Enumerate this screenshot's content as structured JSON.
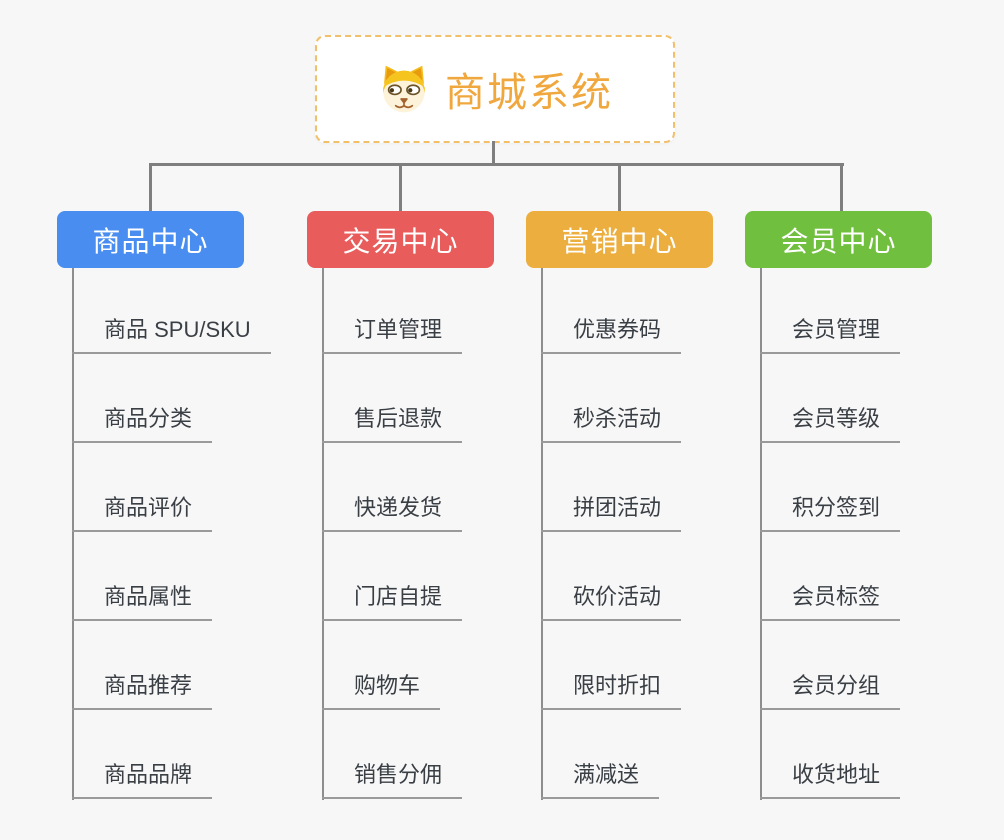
{
  "page": {
    "background_color": "#f7f7f7",
    "connector_color": "#7f7f7f",
    "underline_color": "#9a9a9a"
  },
  "root": {
    "title": "商城系统",
    "icon": "dog-face-icon",
    "text_color": "#f0a83e",
    "border_color": "#f2c06a",
    "fill_color": "#ffffff"
  },
  "branches": [
    {
      "label": "商品中心",
      "color": "#4a8df0",
      "items": [
        "商品 SPU/SKU",
        "商品分类",
        "商品评价",
        "商品属性",
        "商品推荐",
        "商品品牌"
      ]
    },
    {
      "label": "交易中心",
      "color": "#e85c5c",
      "items": [
        "订单管理",
        "售后退款",
        "快递发货",
        "门店自提",
        "购物车",
        "销售分佣"
      ]
    },
    {
      "label": "营销中心",
      "color": "#ecaf3f",
      "items": [
        "优惠券码",
        "秒杀活动",
        "拼团活动",
        "砍价活动",
        "限时折扣",
        "满减送"
      ]
    },
    {
      "label": "会员中心",
      "color": "#70bf3e",
      "items": [
        "会员管理",
        "会员等级",
        "积分签到",
        "会员标签",
        "会员分组",
        "收货地址"
      ]
    }
  ]
}
